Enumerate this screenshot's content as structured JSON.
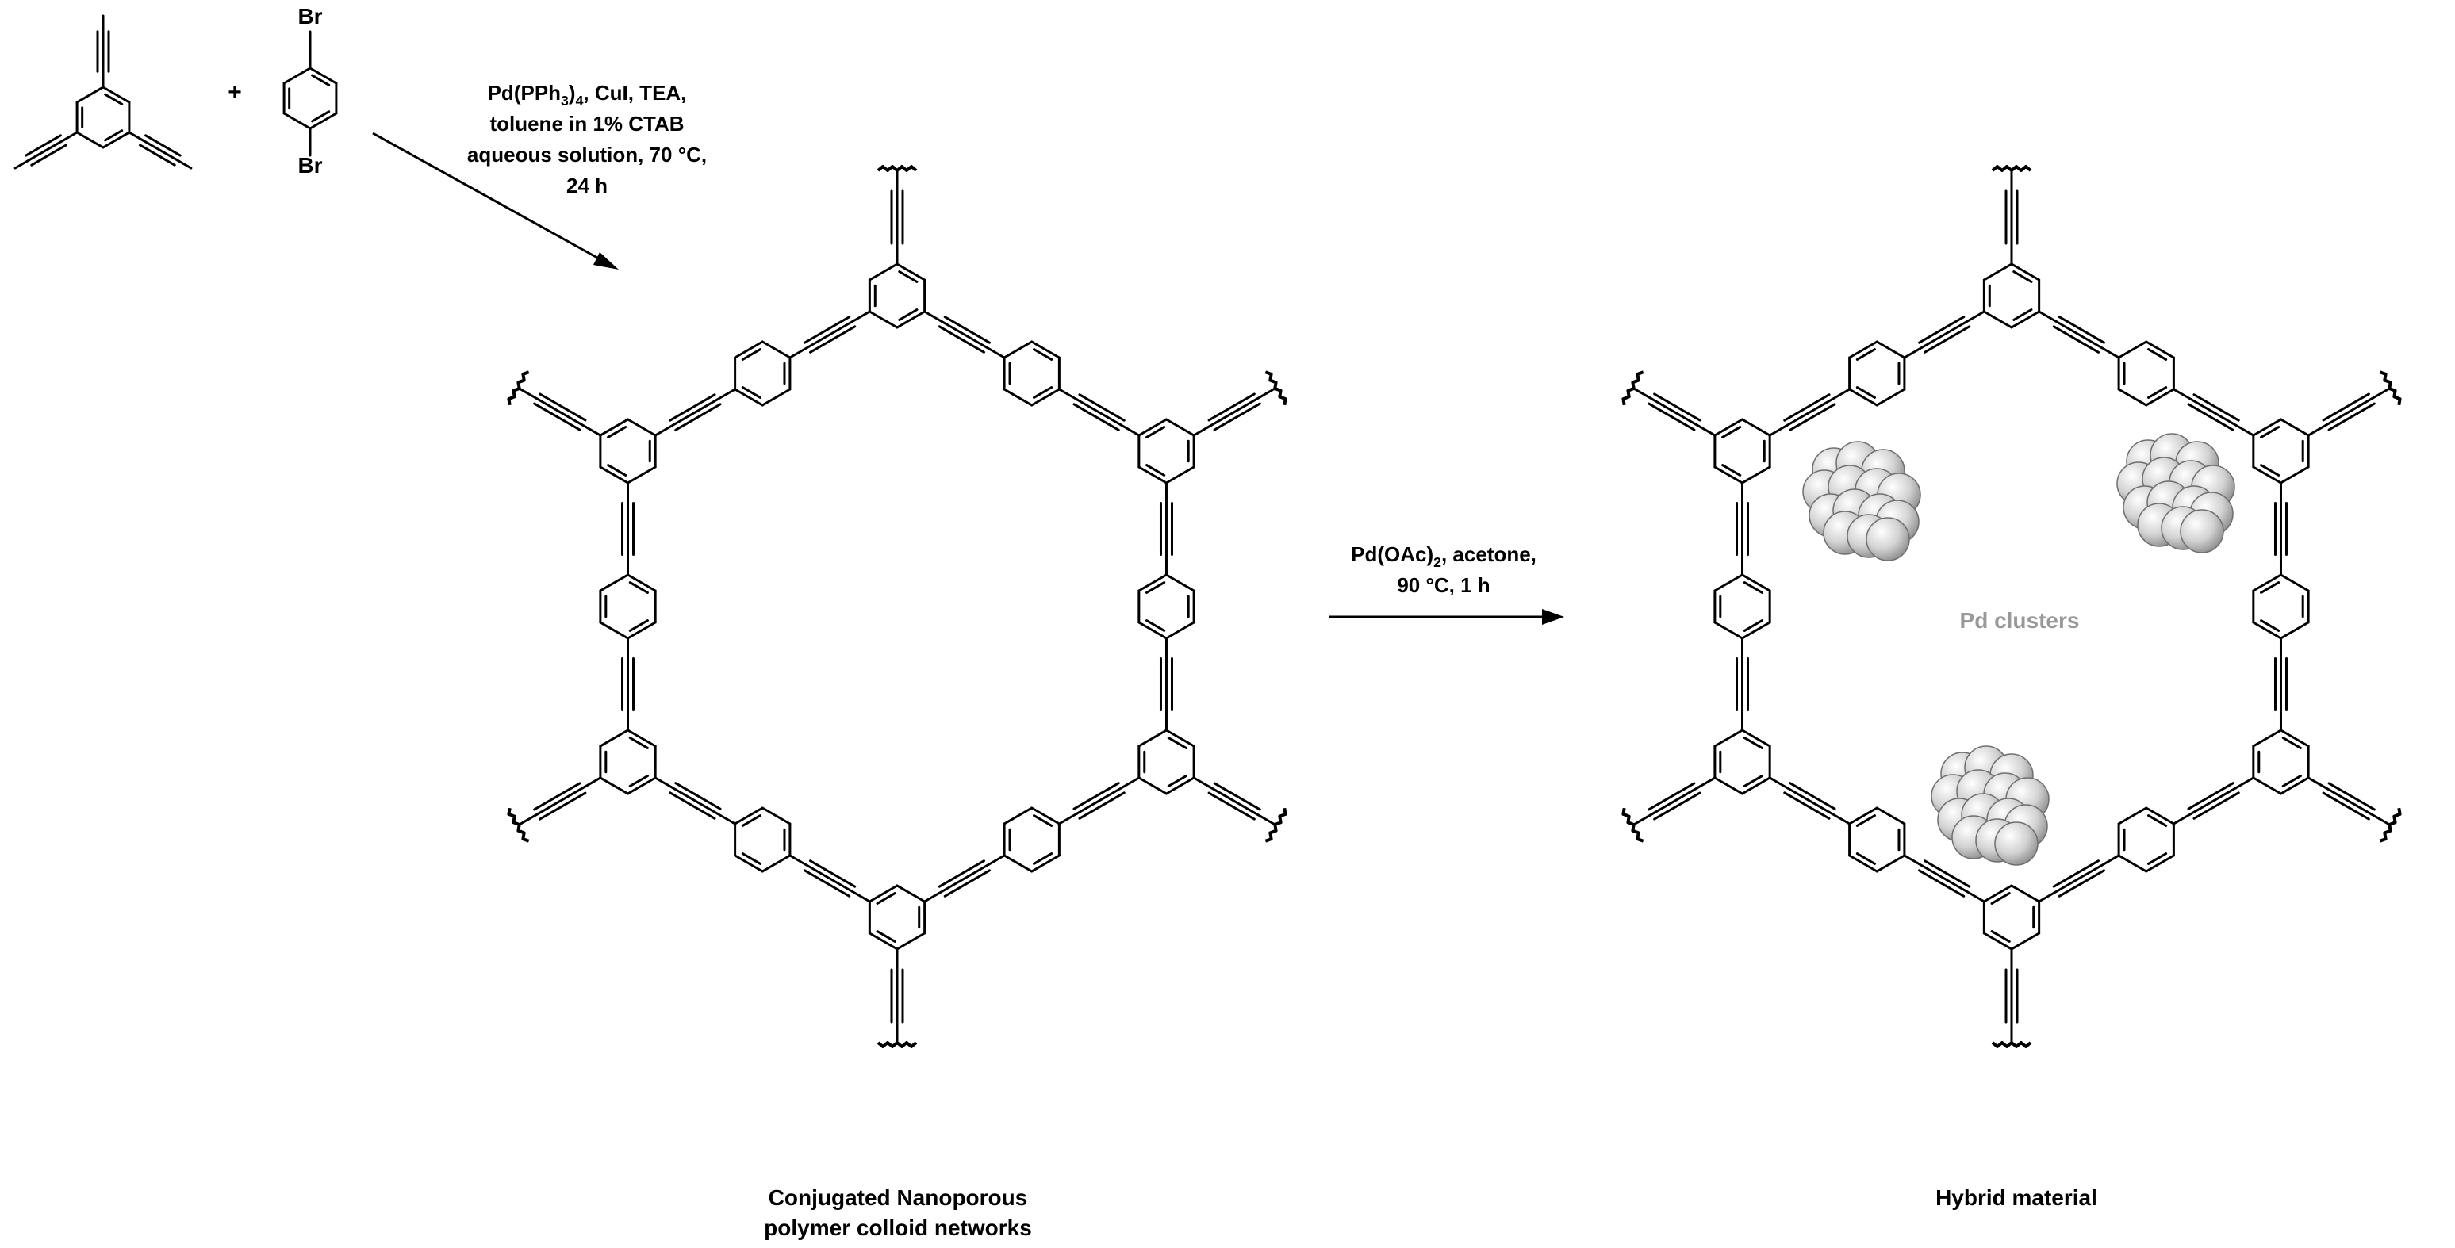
{
  "reactants": {
    "monomer_a": "1,3,5-triethynylbenzene",
    "plus": "+",
    "monomer_b": {
      "sub_top": "Br",
      "sub_bottom": "Br"
    }
  },
  "step1": {
    "lines": [
      {
        "parts": [
          {
            "t": "Pd(PPh"
          },
          {
            "t": "3",
            "sub": true
          },
          {
            "t": ")"
          },
          {
            "t": "4",
            "sub": true
          },
          {
            "t": ", CuI, TEA,"
          }
        ]
      },
      {
        "parts": [
          {
            "t": "toluene in 1% CTAB"
          }
        ]
      },
      {
        "parts": [
          {
            "t": "aqueous solution, 70 °C,"
          }
        ]
      },
      {
        "parts": [
          {
            "t": "24 h"
          }
        ]
      }
    ]
  },
  "step2": {
    "lines": [
      {
        "parts": [
          {
            "t": "Pd(OAc)"
          },
          {
            "t": "2",
            "sub": true
          },
          {
            "t": ", acetone,"
          }
        ]
      },
      {
        "parts": [
          {
            "t": "90 °C, 1 h"
          }
        ]
      }
    ]
  },
  "product1": {
    "caption_lines": [
      "Conjugated Nanoporous",
      "polymer colloid networks"
    ]
  },
  "product2": {
    "caption": "Hybrid material",
    "cluster_label": "Pd clusters"
  },
  "colors": {
    "ink": "#000000",
    "cluster_label": "#999999",
    "sphere_light": "#ffffff",
    "sphere_dark": "#8a8a8a"
  }
}
